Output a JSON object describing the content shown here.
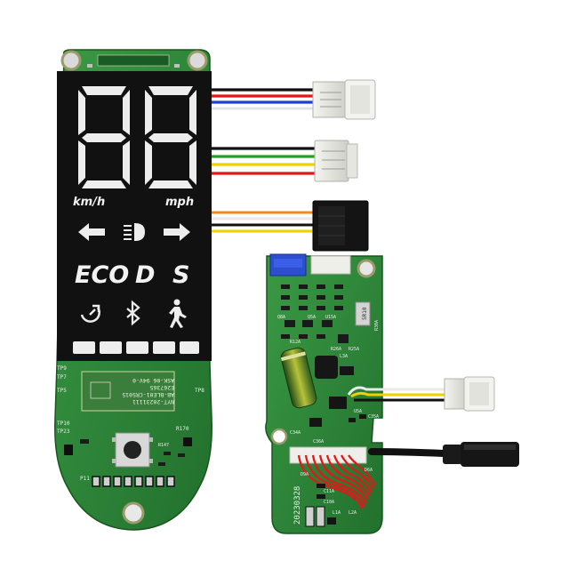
{
  "display": {
    "speed_digits": "88",
    "unit_left": "km/h",
    "unit_right": "mph",
    "mode_eco": "ECO",
    "mode_d": "D",
    "mode_s": "S",
    "icons": [
      "arrow-left-icon",
      "headlight-icon",
      "arrow-right-icon",
      "cruise-control-icon",
      "bluetooth-icon",
      "walk-mode-icon"
    ],
    "battery_segments": 5
  },
  "dashboard_board": {
    "labels": {
      "tp9": "TP9",
      "tp7": "TP7",
      "tp5": "TP5",
      "tp8": "TP8",
      "tp10": "TP10",
      "tp23": "TP23",
      "r170": "R170",
      "r147": "R147",
      "p11": "P11"
    },
    "module_text": [
      "NYT-20231111",
      "AB-BLE01-CR5015",
      "E267365",
      "ASK-06 94V-0"
    ]
  },
  "controller_board": {
    "labels": {
      "date_code": "20230328",
      "inductor": "5R10",
      "r30a": "R30A",
      "r25a": "R25A",
      "r26a": "R26A",
      "c35a": "C35A",
      "c36a": "C36A",
      "c34a": "C34A",
      "u5a": "U5A",
      "l3a": "L3A",
      "d9a": "D9A",
      "d6a": "D6A",
      "c11a": "C11A",
      "c10a": "C10A",
      "l1a": "L1A",
      "l2a": "L2A",
      "q5a": "Q5A",
      "q8a": "Q8A",
      "r12a": "R12A",
      "u15a": "U15A"
    }
  },
  "colors": {
    "pcb_green": "#2f8a3a",
    "pcb_dark": "#1d6a2a",
    "lcd_black": "#111111",
    "wire_red": "#e01818",
    "wire_blue": "#1c3fd6",
    "wire_green": "#1fa31f",
    "wire_yellow": "#f2d000",
    "wire_black": "#111111",
    "wire_orange": "#f08a1a"
  }
}
